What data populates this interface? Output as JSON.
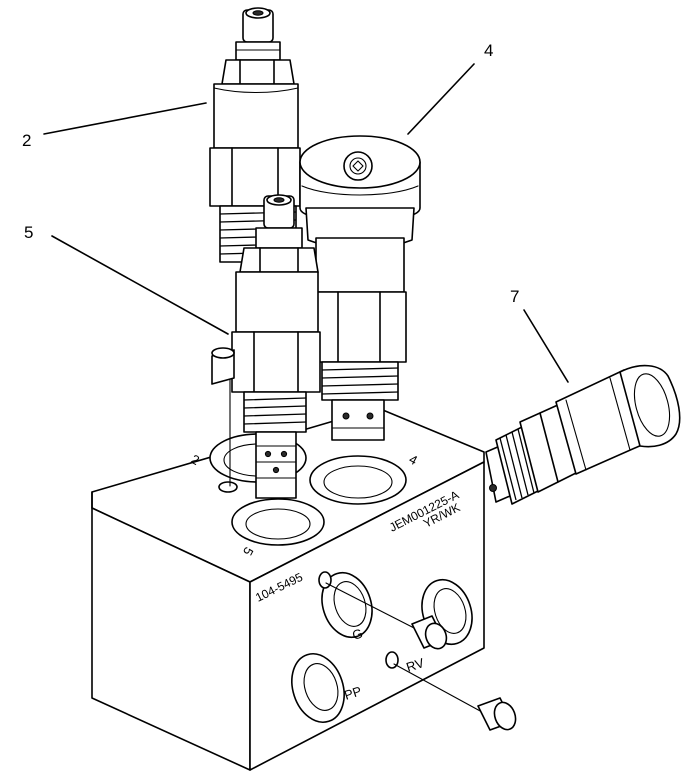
{
  "callouts": [
    {
      "id": "2",
      "label": "2"
    },
    {
      "id": "4",
      "label": "4"
    },
    {
      "id": "5",
      "label": "5"
    },
    {
      "id": "7",
      "label": "7"
    }
  ],
  "block_markings": {
    "port_2": "2",
    "port_4": "4",
    "port_5": "5",
    "part_number": "104-5495",
    "drawing_code": "JEM001225-A",
    "code_suffix": "YR/WK",
    "port_g": "G",
    "port_rv": "RV",
    "port_pp": "PP"
  }
}
